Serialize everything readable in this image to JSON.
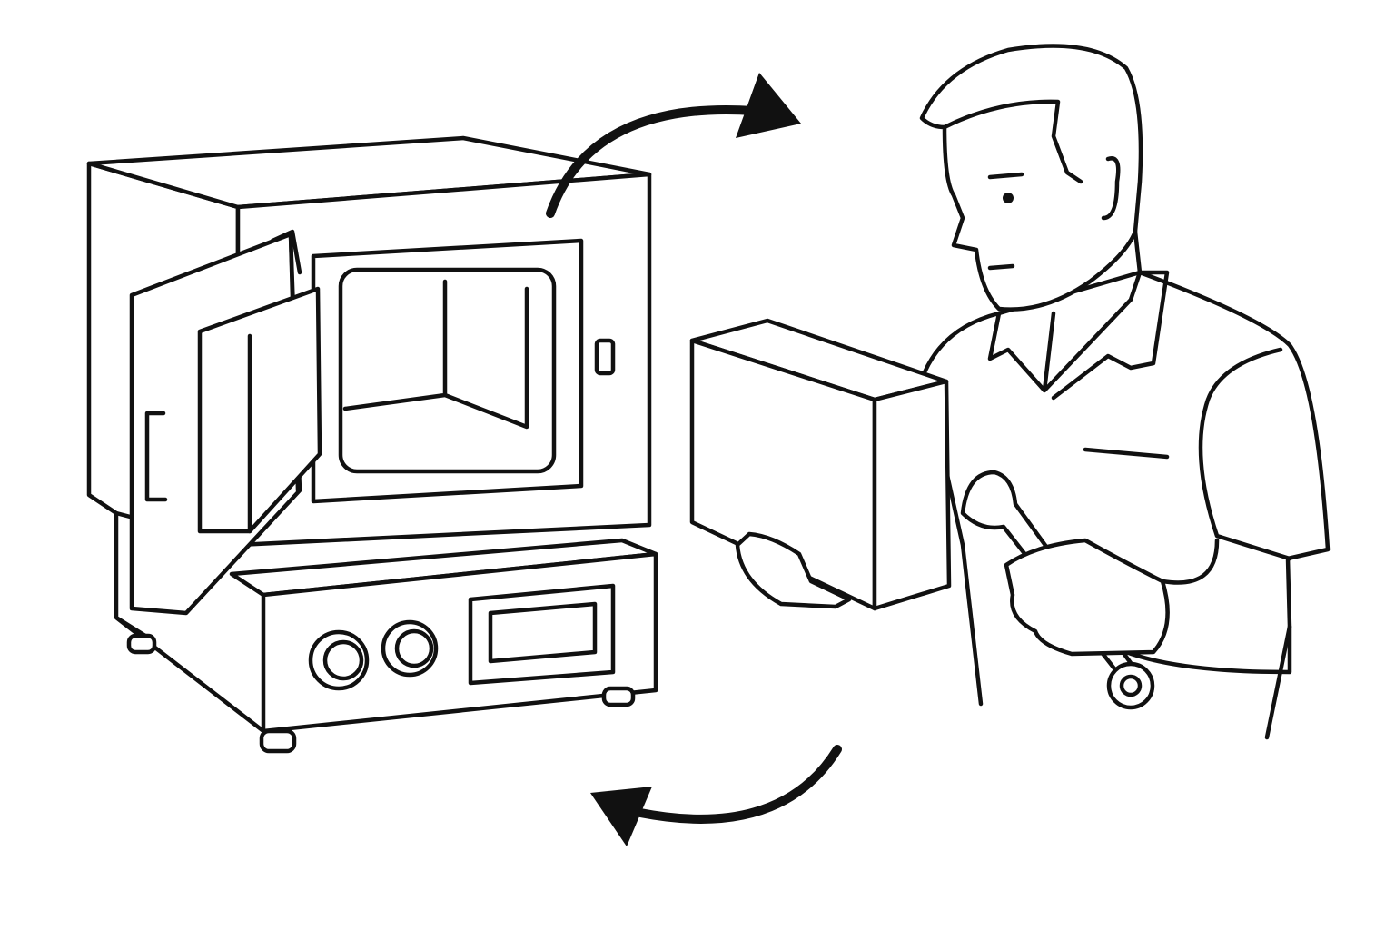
{
  "illustration": {
    "subjects": [
      "oven",
      "technician",
      "replacement-door-panel",
      "wrench"
    ],
    "icons": [
      "rotate-arrow-top-icon",
      "rotate-arrow-bottom-icon"
    ]
  },
  "colors": {
    "stroke": "#111111",
    "background": "#ffffff"
  }
}
